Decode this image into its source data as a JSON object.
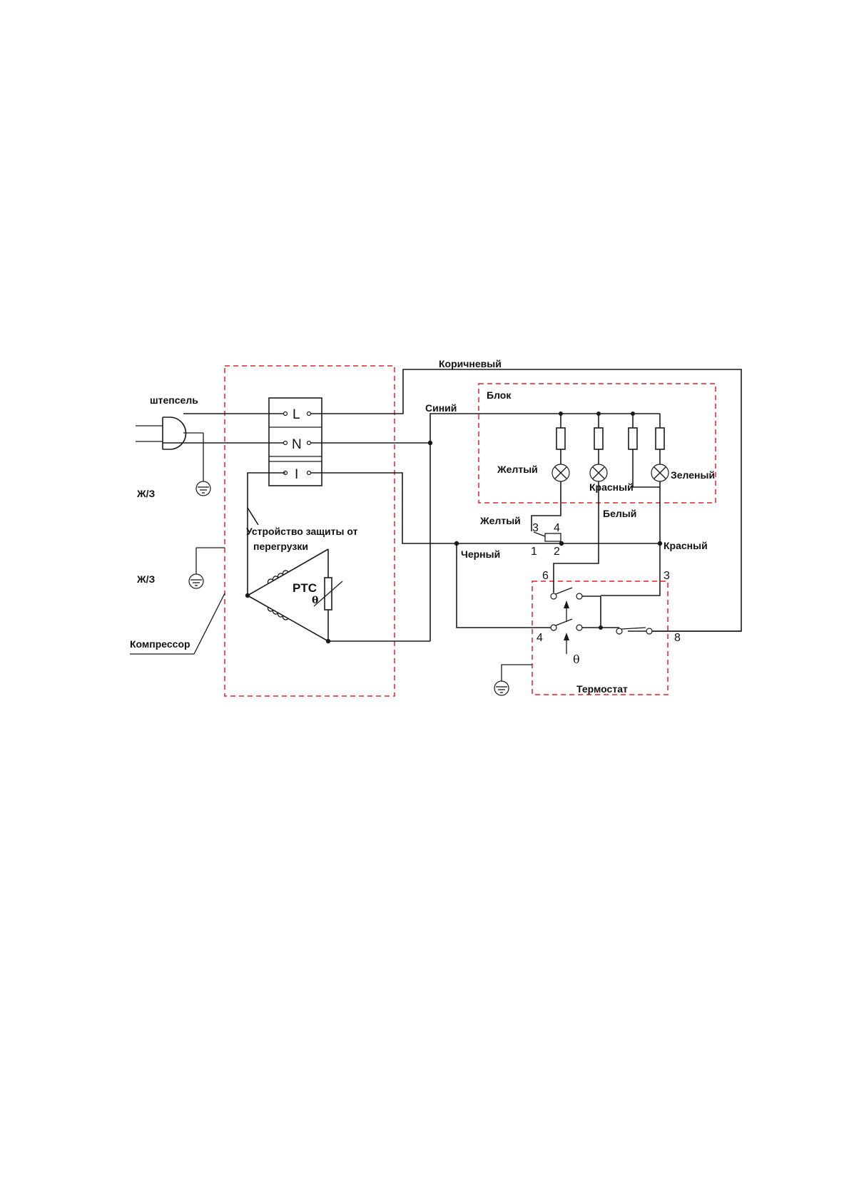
{
  "labels": {
    "plug": "штепсель",
    "ground_1": "Ж/З",
    "ground_2": "Ж/З",
    "compressor": "Компрессор",
    "overload_line1": "Устройство защиты от",
    "overload_line2": "перегрузки",
    "ptc": "PTC",
    "ptc_theta": "θ",
    "wire_brown": "Коричневый",
    "wire_blue": "Синий",
    "block": "Блок",
    "lamp_yellow": "Желтый",
    "lamp_red": "Красный",
    "lamp_green": "Зеленый",
    "wire_yellow": "Желтый",
    "wire_white": "Белый",
    "wire_black": "Черный",
    "wire_red": "Красный",
    "thermostat": "Термостат",
    "thermostat_theta": "θ"
  },
  "terminals": {
    "l": "L",
    "n": "N",
    "i": "I"
  },
  "pins": {
    "relay_3": "3",
    "relay_4": "4",
    "relay_1": "1",
    "relay_2": "2",
    "thermo_6": "6",
    "thermo_3": "3",
    "thermo_4": "4",
    "thermo_8": "8"
  },
  "colors": {
    "wire": "#1a1a1a",
    "boundary": "#e0202a",
    "background": "#ffffff"
  }
}
